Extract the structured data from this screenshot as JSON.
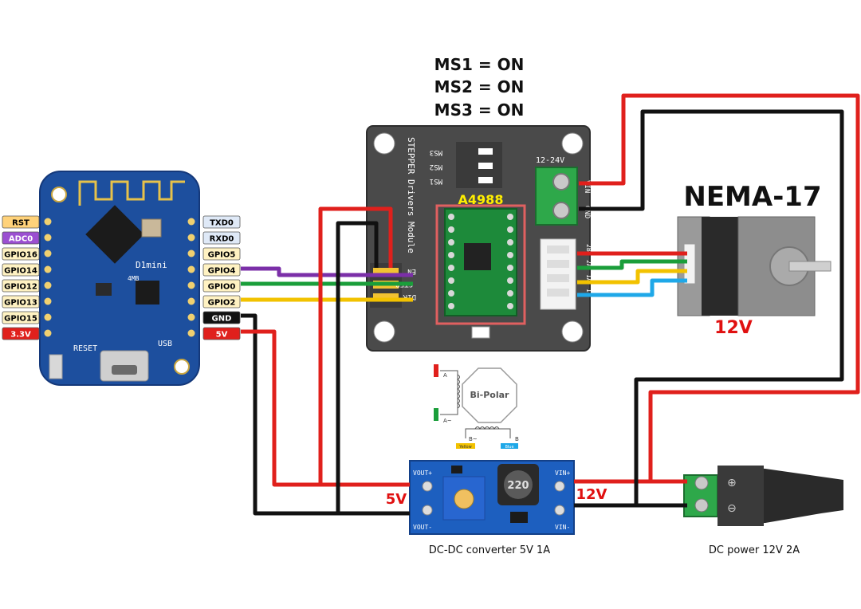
{
  "microstep": {
    "ms1": "MS1 = ON",
    "ms2": "MS2 = ON",
    "ms3": "MS3 = ON"
  },
  "labels": {
    "driver_chip": "A4988",
    "motor_title": "NEMA-17",
    "motor_voltage": "12V",
    "converter_out_voltage": "5V",
    "converter_in_voltage": "12V",
    "converter_caption": "DC-DC converter  5V 1A",
    "power_caption": "DC power  12V 2A"
  },
  "wemos": {
    "board_name": "D1mini",
    "reset_label": "RESET",
    "usb_label": "USB",
    "left_pins": [
      {
        "label": "RST",
        "bg": "#ffd27a",
        "fg": "#000000"
      },
      {
        "label": "ADC0",
        "bg": "#9b4fd1",
        "fg": "#ffffff"
      },
      {
        "label": "GPIO16",
        "bg": "#fff2c2",
        "fg": "#000000"
      },
      {
        "label": "GPIO14",
        "bg": "#fff2c2",
        "fg": "#000000"
      },
      {
        "label": "GPIO12",
        "bg": "#fff2c2",
        "fg": "#000000"
      },
      {
        "label": "GPIO13",
        "bg": "#fff2c2",
        "fg": "#000000"
      },
      {
        "label": "GPIO15",
        "bg": "#fff2c2",
        "fg": "#000000"
      },
      {
        "label": "3.3V",
        "bg": "#e0201c",
        "fg": "#ffffff"
      }
    ],
    "right_pins": [
      {
        "label": "TXD0",
        "bg": "#dfe9f7",
        "fg": "#000000"
      },
      {
        "label": "RXD0",
        "bg": "#dfe9f7",
        "fg": "#000000"
      },
      {
        "label": "GPIO5",
        "bg": "#fff2c2",
        "fg": "#000000"
      },
      {
        "label": "GPIO4",
        "bg": "#fff2c2",
        "fg": "#000000"
      },
      {
        "label": "GPIO0",
        "bg": "#fff2c2",
        "fg": "#000000"
      },
      {
        "label": "GPIO2",
        "bg": "#fff2c2",
        "fg": "#000000"
      },
      {
        "label": "GND",
        "bg": "#111111",
        "fg": "#ffffff"
      },
      {
        "label": "5V",
        "bg": "#e0201c",
        "fg": "#ffffff"
      }
    ]
  },
  "driver_board": {
    "title": "STEPPER Drivers Module",
    "vin_label": "VIN",
    "gnd_label": "GND",
    "supply_label": "12-24V",
    "en_label": "EN",
    "step_label": "STEP",
    "dir_label": "DIR",
    "motor_pins": [
      "2B",
      "2A",
      "1A",
      "1B"
    ],
    "ms_labels": [
      "MS3",
      "MS2",
      "MS1"
    ]
  },
  "converter": {
    "vout_plus": "VOUT+",
    "vout_minus": "VOUT-",
    "vin_plus": "VIN+",
    "vin_minus": "VIN-",
    "inductor": "220"
  },
  "coil_diagram": {
    "title": "Bi-Polar",
    "a_plus": "A",
    "a_minus": "A~",
    "b_minus": "B~",
    "b_plus": "B",
    "yellow_tag": "Yellow",
    "blue_tag": "Blue"
  },
  "colors": {
    "red_wire": "#e0201c",
    "black_wire": "#111111",
    "purple_wire": "#7b2fa8",
    "green_wire": "#1a9e3a",
    "yellow_wire": "#f2c200",
    "blue_wire": "#1fa8e8",
    "label_red": "#e01010",
    "chip_label": "#ffee00"
  }
}
